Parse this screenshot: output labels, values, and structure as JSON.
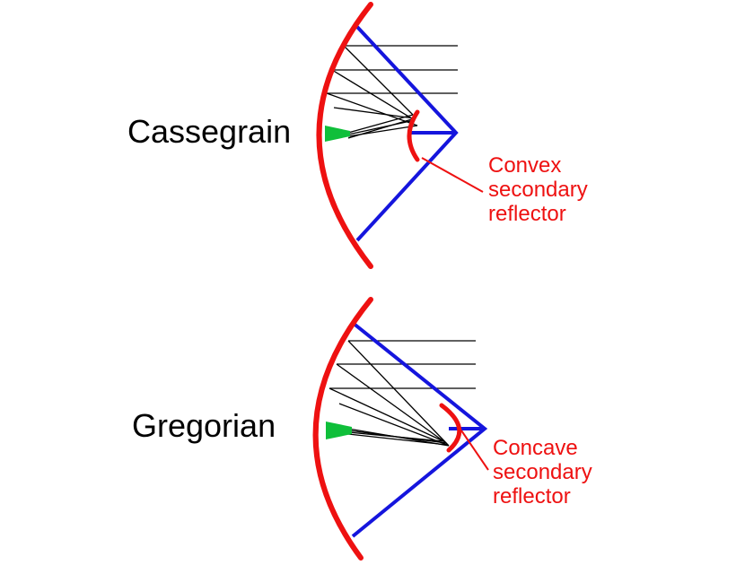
{
  "cassegrain": {
    "title": "Cassegrain",
    "label_line1": "Convex",
    "label_line2": "secondary",
    "label_line3": "reflector"
  },
  "gregorian": {
    "title": "Gregorian",
    "label_line1": "Concave",
    "label_line2": "secondary",
    "label_line3": "reflector"
  },
  "colors": {
    "primary_reflector": "#ee1111",
    "secondary_reflector": "#ee1111",
    "support_struts": "#1515dd",
    "feed_horn": "#0fbf3a",
    "rays": "#000000",
    "label_text": "#ee1111"
  }
}
